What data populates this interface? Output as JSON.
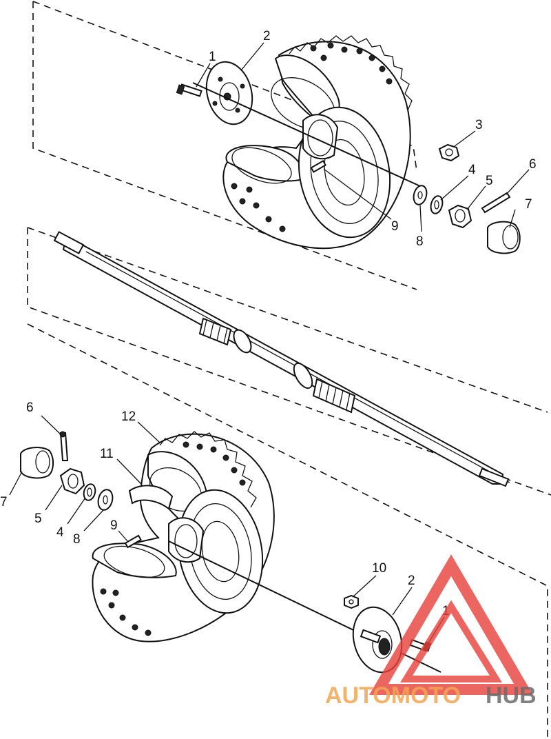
{
  "callouts": {
    "top": {
      "c1": "1",
      "c2": "2",
      "c3": "3",
      "c4": "4",
      "c5": "5",
      "c6": "6",
      "c7": "7",
      "c8": "8",
      "c9": "9"
    },
    "bottom": {
      "c6": "6",
      "c12": "12",
      "c11": "11",
      "c7": "7",
      "c5": "5",
      "c4": "4",
      "c8": "8",
      "c9": "9",
      "c10": "10",
      "c2": "2",
      "c1": "1"
    }
  },
  "watermark": {
    "part1": "AUTOMOTO",
    "part2": "HUB",
    "accent_color": "#e8403a",
    "text_color": "#f2a654"
  }
}
